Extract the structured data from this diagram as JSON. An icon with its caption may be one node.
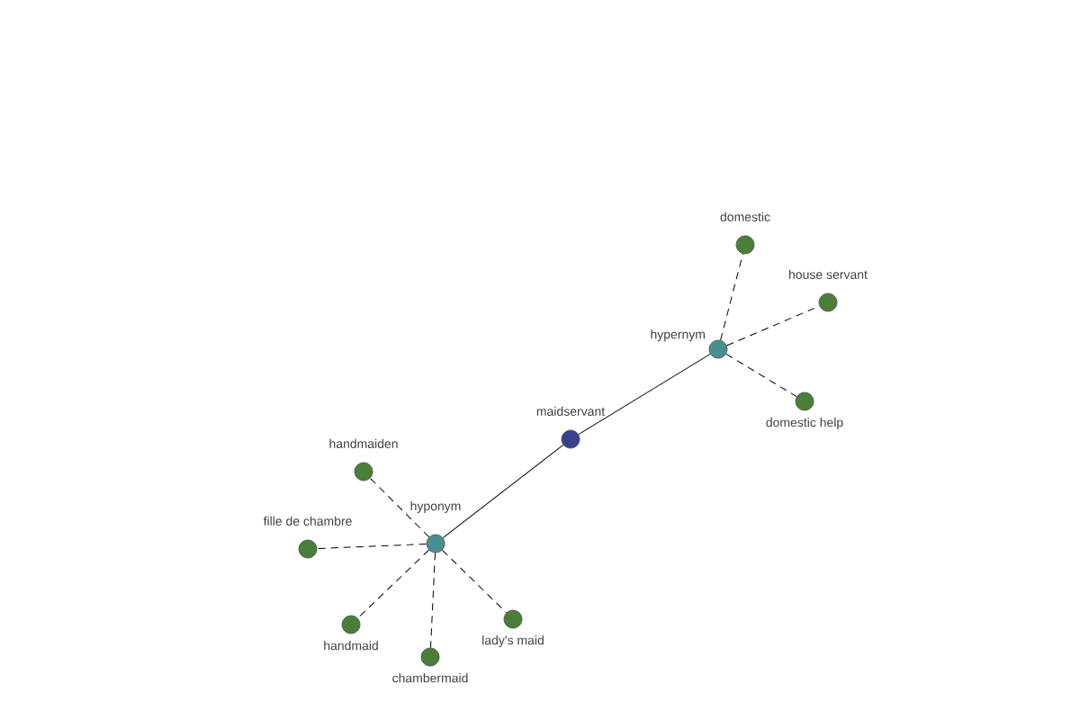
{
  "diagram": {
    "nodes": [
      {
        "text": [
          "maidservant"
        ]
      },
      {
        "text": [
          "hypernym"
        ]
      },
      {
        "text": [
          "hyponym"
        ]
      },
      {
        "text": [
          "domestic"
        ]
      },
      {
        "text": [
          "house servant"
        ]
      },
      {
        "text": [
          "domestic help"
        ]
      },
      {
        "text": [
          "handmaiden"
        ]
      },
      {
        "text": [
          "fille de chambre"
        ]
      },
      {
        "text": [
          "handmaid"
        ]
      },
      {
        "text": [
          "chambermaid"
        ]
      },
      {
        "text": [
          "lady's maid"
        ]
      }
    ],
    "edges": [
      {
        "from": 0,
        "to": 1,
        "arrow": "none"
      },
      {
        "from": 0,
        "to": 2,
        "arrow": "none"
      },
      {
        "from": 1,
        "to": 3,
        "arrow": "none",
        "style": "dashed"
      },
      {
        "from": 1,
        "to": 4,
        "arrow": "none",
        "style": "dashed"
      },
      {
        "from": 1,
        "to": 5,
        "arrow": "none",
        "style": "dashed"
      },
      {
        "from": 2,
        "to": 6,
        "arrow": "none",
        "style": "dashed"
      },
      {
        "from": 2,
        "to": 7,
        "arrow": "none",
        "style": "dashed"
      },
      {
        "from": 2,
        "to": 8,
        "arrow": "none",
        "style": "dashed"
      },
      {
        "from": 2,
        "to": 9,
        "arrow": "none",
        "style": "dashed"
      },
      {
        "from": 2,
        "to": 10,
        "arrow": "none",
        "style": "dashed"
      }
    ]
  }
}
